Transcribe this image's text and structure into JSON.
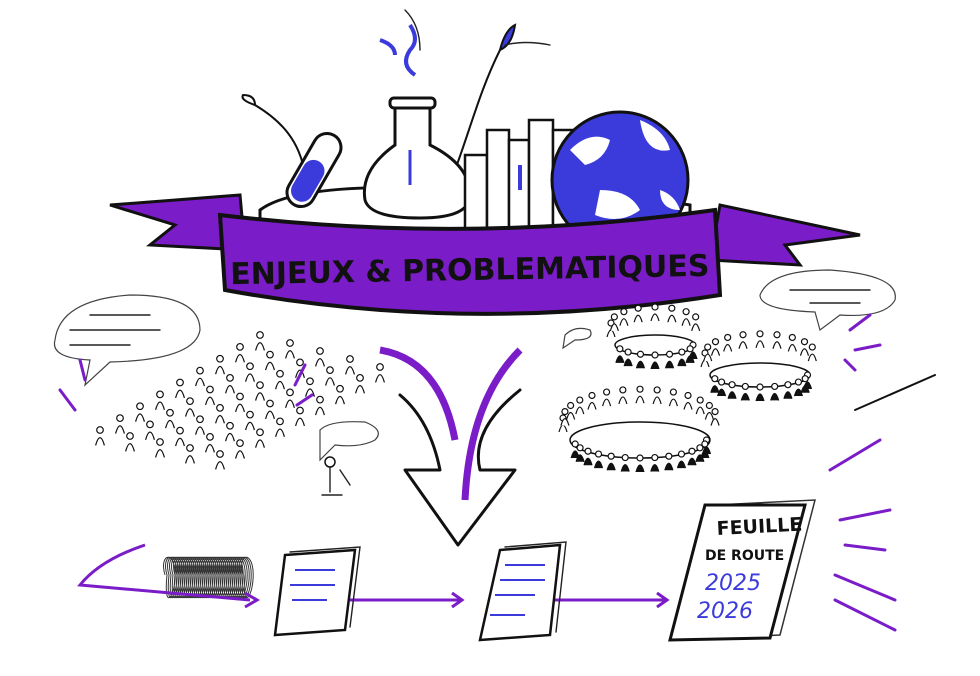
{
  "banner": {
    "title": "ENJEUX & PROBLEMATIQUES"
  },
  "roadmap": {
    "line1": "FEUILLE",
    "line2": "DE ROUTE",
    "year1": "2025",
    "year2": "2026"
  },
  "colors": {
    "purple": "#7a1cc8",
    "blue": "#3b3bdc",
    "ink": "#111111"
  }
}
